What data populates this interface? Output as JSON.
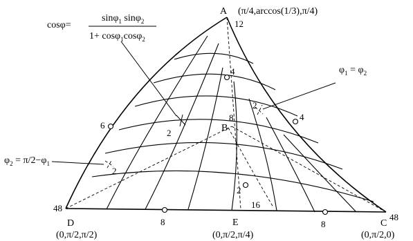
{
  "vertices": {
    "A": {
      "name": "A",
      "coords": "(π/4,arccos(1/3),π/4)",
      "order": "12"
    },
    "B": {
      "name": "B",
      "order": "8"
    },
    "C": {
      "name": "C",
      "coords": "(0,π/2,0)",
      "order": "48"
    },
    "D": {
      "name": "D",
      "coords": "(0,π/2,π/2)",
      "order": "48"
    },
    "E": {
      "name": "E",
      "coords": "(0,π/2,π/4)",
      "order": "16"
    }
  },
  "edge_orders": {
    "AD": "6",
    "AC": "4",
    "DE": "8",
    "EC": "8",
    "AB": "4",
    "BE": "2"
  },
  "surface_orders": {
    "cos_branch": "2",
    "equal_branch": "2",
    "complement_branch": "2"
  },
  "equations": {
    "cos_formula": {
      "lhs": "cosφ=",
      "num_a": "sinφ",
      "num_a_sub": "1",
      "num_b": " sinφ",
      "num_b_sub": "2",
      "den_a": "1+ cosφ",
      "den_a_sub": "1",
      "den_b": "cosφ",
      "den_b_sub": "2"
    },
    "equal": {
      "a": "φ",
      "a_sub": "1",
      "mid": " = φ",
      "b_sub": "2"
    },
    "complement": {
      "a": "φ",
      "a_sub": "2",
      "mid": " = π/2−φ",
      "b_sub": "1"
    }
  }
}
